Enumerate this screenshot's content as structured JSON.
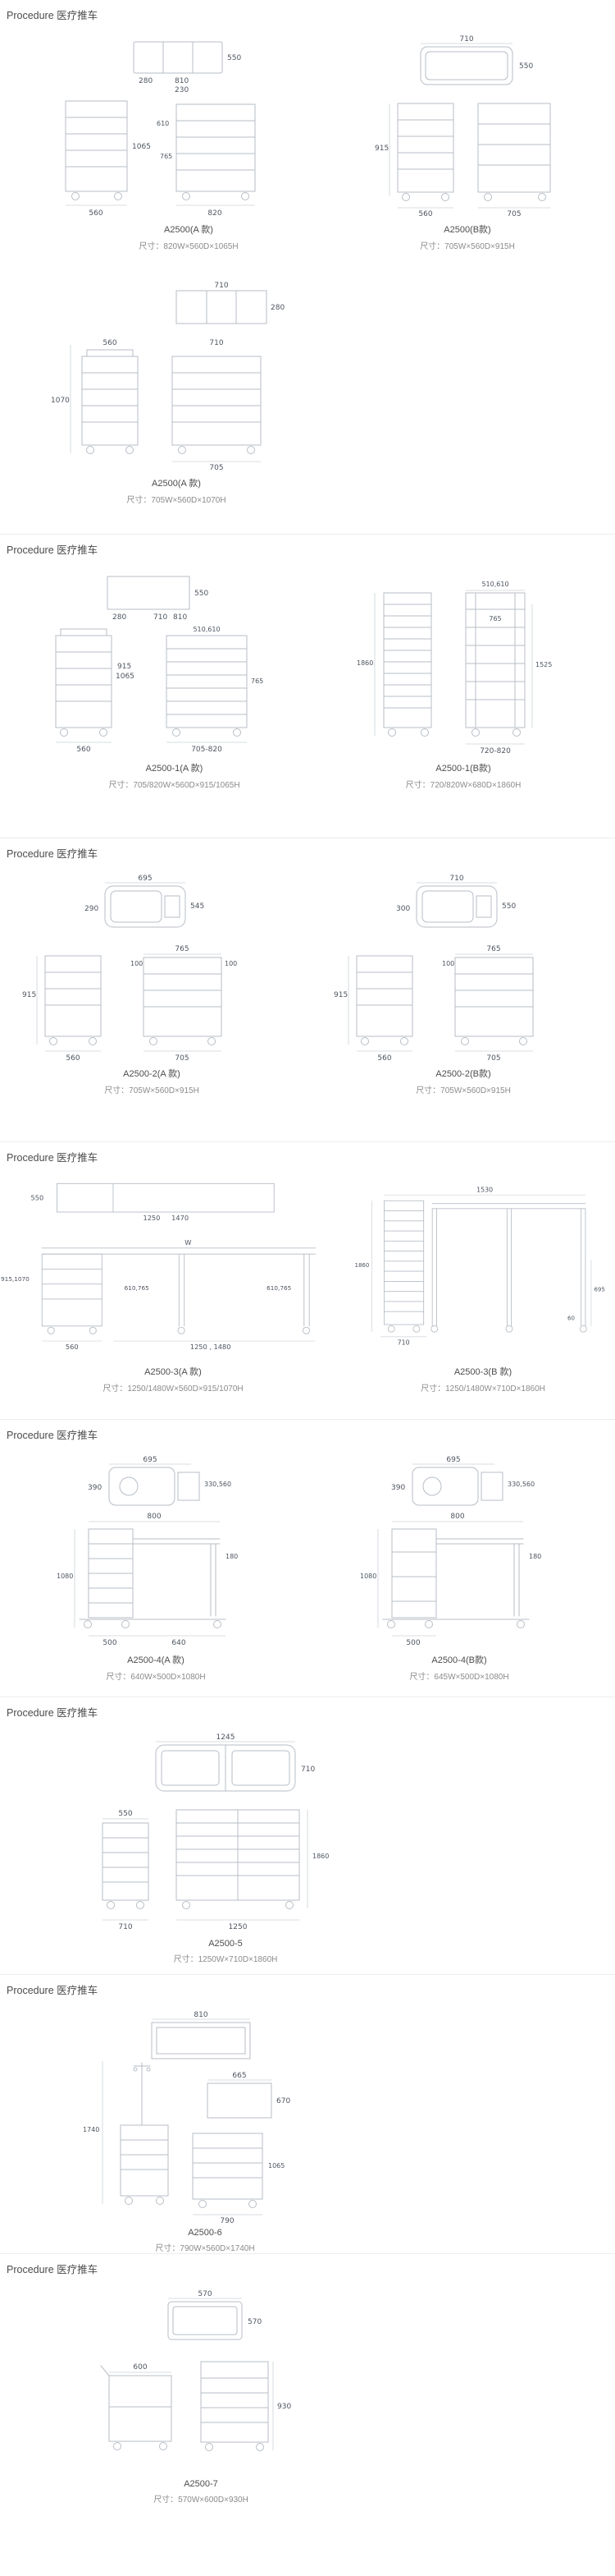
{
  "header": "Procedure 医疗推车",
  "products": {
    "p1a": {
      "name": "A2500(A 款)",
      "size": "尺寸：820W×560D×1065H",
      "dims": [
        "550",
        "280",
        "810",
        "230",
        "1065",
        "610",
        "765",
        "560",
        "820"
      ]
    },
    "p1b": {
      "name": "A2500(B款)",
      "size": "尺寸：705W×560D×915H",
      "dims": [
        "710",
        "550",
        "915",
        "560",
        "705"
      ]
    },
    "p1c": {
      "name": "A2500(A 款)",
      "size": "尺寸：705W×560D×1070H",
      "dims": [
        "710",
        "280",
        "560",
        "710",
        "1070",
        "705"
      ]
    },
    "p2a": {
      "name": "A2500-1(A 款)",
      "size": "尺寸：705/820W×560D×915/1065H",
      "dims": [
        "550",
        "280",
        "710",
        "810",
        "915",
        "1065",
        "510,610",
        "765",
        "560",
        "705-820"
      ]
    },
    "p2b": {
      "name": "A2500-1(B款)",
      "size": "尺寸：720/820W×680D×1860H",
      "dims": [
        "1860",
        "510,610",
        "1525",
        "765",
        "720-820"
      ]
    },
    "p3a": {
      "name": "A2500-2(A 款)",
      "size": "尺寸：705W×560D×915H",
      "dims": [
        "695",
        "290",
        "545",
        "915",
        "765",
        "100",
        "100",
        "560",
        "705"
      ]
    },
    "p3b": {
      "name": "A2500-2(B款)",
      "size": "尺寸：705W×560D×915H",
      "dims": [
        "710",
        "300",
        "550",
        "915",
        "765",
        "100",
        "560",
        "705"
      ]
    },
    "p4a": {
      "name": "A2500-3(A 款)",
      "size": "尺寸：1250/1480W×560D×915/1070H",
      "dims": [
        "550",
        "1250",
        "1470",
        "915,1070",
        "W",
        "610,765",
        "610,765",
        "560",
        "1250 , 1480"
      ]
    },
    "p4b": {
      "name": "A2500-3(B 款)",
      "size": "尺寸：1250/1480W×710D×1860H",
      "dims": [
        "1530",
        "1860",
        "695",
        "60",
        "710"
      ]
    },
    "p5a": {
      "name": "A2500-4(A 款)",
      "size": "尺寸：640W×500D×1080H",
      "dims": [
        "695",
        "390",
        "330,560",
        "800",
        "1080",
        "180",
        "500",
        "640"
      ]
    },
    "p5b": {
      "name": "A2500-4(B款)",
      "size": "尺寸：645W×500D×1080H",
      "dims": [
        "695",
        "390",
        "330,560",
        "800",
        "1080",
        "180",
        "500"
      ]
    },
    "p6": {
      "name": "A2500-5",
      "size": "尺寸：1250W×710D×1860H",
      "dims": [
        "1245",
        "710",
        "550",
        "1860",
        "710",
        "1250"
      ]
    },
    "p7": {
      "name": "A2500-6",
      "size": "尺寸：790W×560D×1740H",
      "dims": [
        "810",
        "665",
        "670",
        "1740",
        "1065",
        "790"
      ]
    },
    "p8": {
      "name": "A2500-7",
      "size": "尺寸：570W×600D×930H",
      "dims": [
        "570",
        "570",
        "600",
        "930"
      ]
    }
  }
}
